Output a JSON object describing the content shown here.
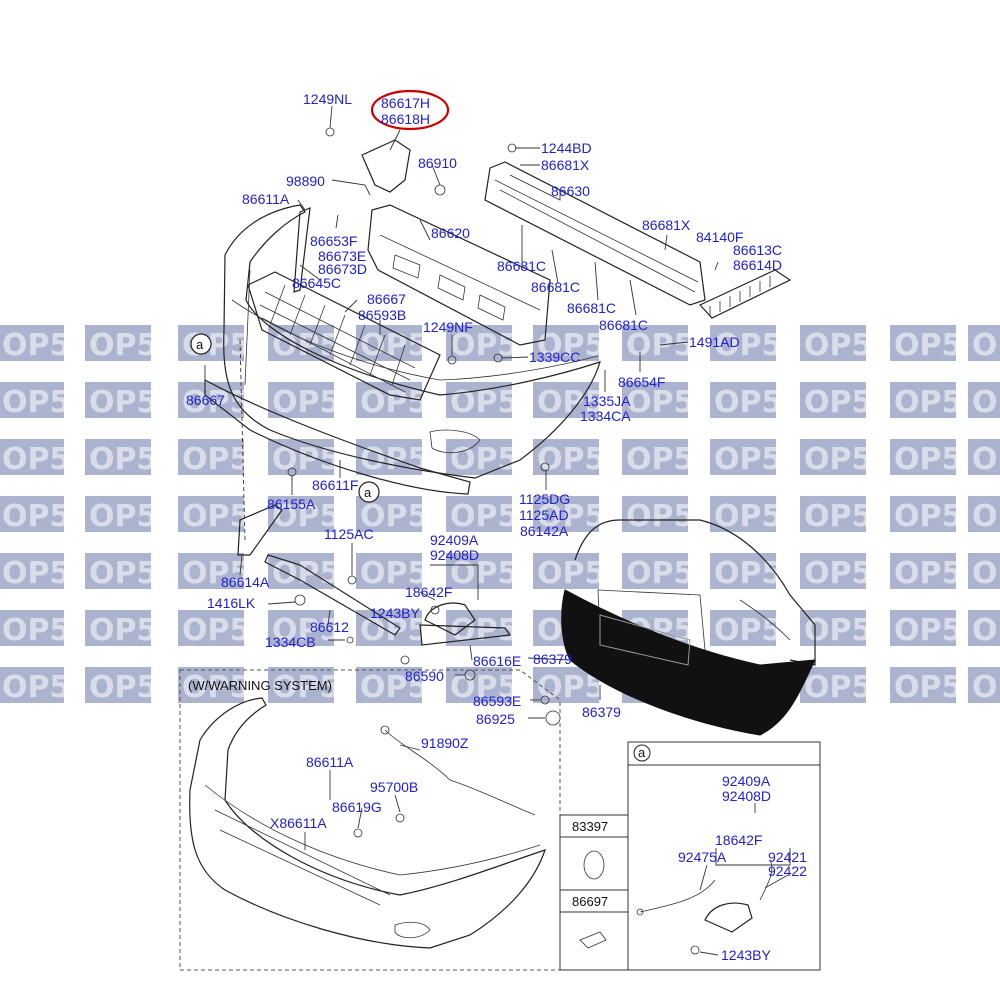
{
  "watermark": {
    "text": "OP5",
    "color": "#3a4a8c"
  },
  "highlight": {
    "color": "#cc0000",
    "lines": [
      "86617H",
      "86618H"
    ]
  },
  "callouts": [
    {
      "id": "c1249NL",
      "text": "1249NL"
    },
    {
      "id": "c86910",
      "text": "86910"
    },
    {
      "id": "c98890",
      "text": "98890"
    },
    {
      "id": "c86611A",
      "text": "86611A"
    },
    {
      "id": "c86653F",
      "text": "86653F"
    },
    {
      "id": "c86673E",
      "text": "86673E"
    },
    {
      "id": "c86673D",
      "text": "86673D"
    },
    {
      "id": "c86645C",
      "text": "86645C"
    },
    {
      "id": "c86620",
      "text": "86620"
    },
    {
      "id": "c1244BD",
      "text": "1244BD"
    },
    {
      "id": "c86681X1",
      "text": "86681X"
    },
    {
      "id": "c86630",
      "text": "86630"
    },
    {
      "id": "c86681X2",
      "text": "86681X"
    },
    {
      "id": "c84140F",
      "text": "84140F"
    },
    {
      "id": "c86613C",
      "text": "86613C"
    },
    {
      "id": "c86614D",
      "text": "86614D"
    },
    {
      "id": "c86681C1",
      "text": "86681C"
    },
    {
      "id": "c86681C2",
      "text": "86681C"
    },
    {
      "id": "c86681C3",
      "text": "86681C"
    },
    {
      "id": "c86681C4",
      "text": "86681C"
    },
    {
      "id": "c86667a",
      "text": "86667"
    },
    {
      "id": "c86593B",
      "text": "86593B"
    },
    {
      "id": "c1249NF",
      "text": "1249NF"
    },
    {
      "id": "c1339CC",
      "text": "1339CC"
    },
    {
      "id": "c1491AD",
      "text": "1491AD"
    },
    {
      "id": "c86654F",
      "text": "86654F"
    },
    {
      "id": "c1335JA",
      "text": "1335JA"
    },
    {
      "id": "c1334CA",
      "text": "1334CA"
    },
    {
      "id": "c86667b",
      "text": "86667"
    },
    {
      "id": "c86611F",
      "text": "86611F"
    },
    {
      "id": "c86155A",
      "text": "86155A"
    },
    {
      "id": "c1125DG",
      "text": "1125DG"
    },
    {
      "id": "c1125AD",
      "text": "1125AD"
    },
    {
      "id": "c86142A",
      "text": "86142A"
    },
    {
      "id": "c1125AC",
      "text": "1125AC"
    },
    {
      "id": "c92409A1",
      "text": "92409A"
    },
    {
      "id": "c92408D1",
      "text": "92408D"
    },
    {
      "id": "c18642F1",
      "text": "18642F"
    },
    {
      "id": "c86614A",
      "text": "86614A"
    },
    {
      "id": "c1416LK",
      "text": "1416LK"
    },
    {
      "id": "c1243BY1",
      "text": "1243BY"
    },
    {
      "id": "c86612",
      "text": "86612"
    },
    {
      "id": "c1334CB",
      "text": "1334CB"
    },
    {
      "id": "c86616E",
      "text": "86616E"
    },
    {
      "id": "c86379a",
      "text": "86379"
    },
    {
      "id": "c86590",
      "text": "86590"
    },
    {
      "id": "c86593E",
      "text": "86593E"
    },
    {
      "id": "c86379b",
      "text": "86379"
    },
    {
      "id": "c86925",
      "text": "86925"
    },
    {
      "id": "c91890Z",
      "text": "91890Z"
    },
    {
      "id": "c86611A2",
      "text": "86611A"
    },
    {
      "id": "c95700B",
      "text": "95700B"
    },
    {
      "id": "c86619G",
      "text": "86619G"
    },
    {
      "id": "cX86611A",
      "text": "X86611A"
    },
    {
      "id": "c92409A2",
      "text": "92409A"
    },
    {
      "id": "c92408D2",
      "text": "92408D"
    },
    {
      "id": "c18642F2",
      "text": "18642F"
    },
    {
      "id": "c92475A",
      "text": "92475A"
    },
    {
      "id": "c92421",
      "text": "92421"
    },
    {
      "id": "c92422",
      "text": "92422"
    },
    {
      "id": "c1243BY2",
      "text": "1243BY"
    }
  ],
  "refs": {
    "a": "a"
  },
  "warning_box_title": "(W/WARNING SYSTEM)",
  "table_cells": [
    {
      "id": "t83397",
      "text": "83397"
    },
    {
      "id": "t86697",
      "text": "86697"
    }
  ]
}
